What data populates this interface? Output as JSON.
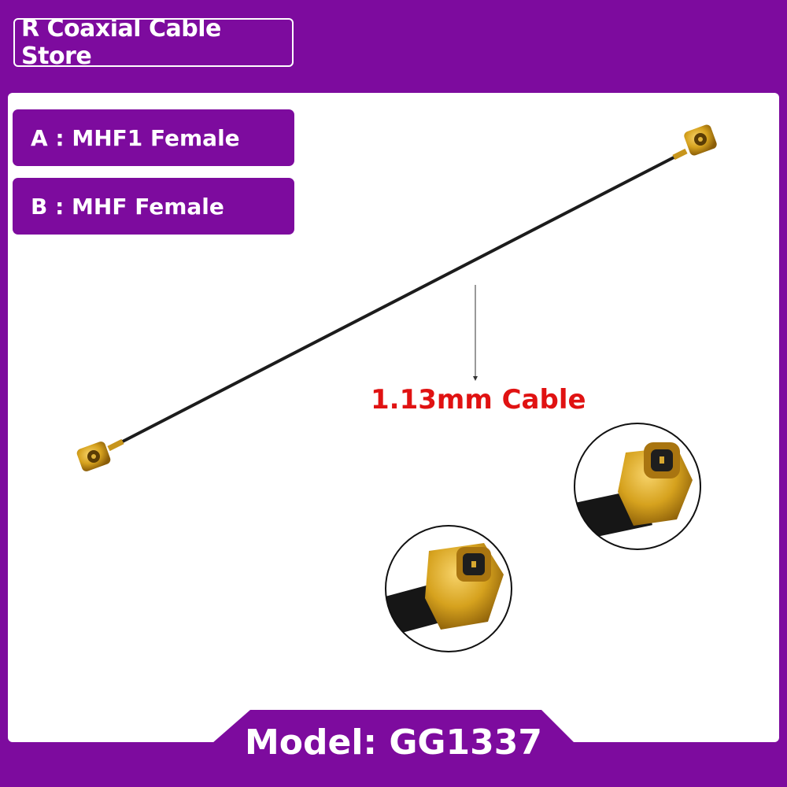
{
  "store": {
    "name": "R Coaxial Cable Store"
  },
  "connectors": [
    {
      "label": "A : MHF1 Female"
    },
    {
      "label": "B : MHF Female"
    }
  ],
  "cable": {
    "label": "1.13mm Cable"
  },
  "model": {
    "label": "Model: GG1337"
  },
  "colors": {
    "brand": "#7d0b9e",
    "cable_label": "#e01212",
    "connector_gold": "#d6a21e"
  }
}
